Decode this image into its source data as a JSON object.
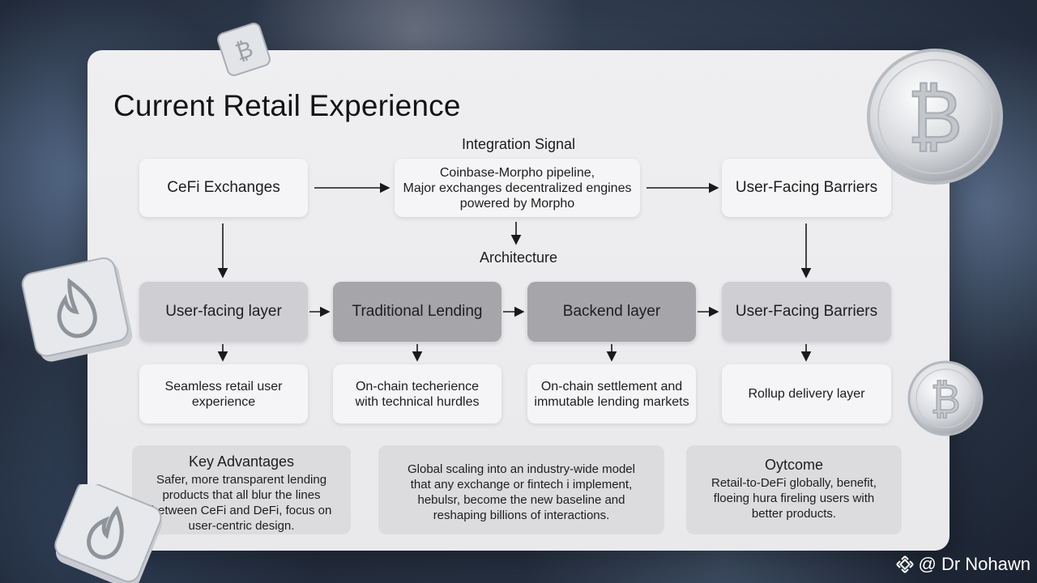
{
  "title": "Current Retail Experience",
  "labels": {
    "integration_signal": "Integration Signal",
    "architecture": "Architecture"
  },
  "top_row": {
    "cefi": "CeFi Exchanges",
    "pipeline_line1": "Coinbase-Morpho pipeline,",
    "pipeline_line2": "Major exchanges decentralized engines",
    "pipeline_line3": "powered by Morpho",
    "barriers": "User-Facing Barriers"
  },
  "mid_row": {
    "user_layer": "User-facing layer",
    "traditional": "Traditional Lending",
    "backend": "Backend layer",
    "barriers": "User-Facing Barriers"
  },
  "detail_row": {
    "seamless_line1": "Seamless retail user",
    "seamless_line2": "experience",
    "onchain_line1": "On-chain techerience",
    "onchain_line2": "with technical hurdles",
    "settlement_line1": "On-chain settlement and",
    "settlement_line2": "immutable lending markets",
    "rollup": "Rollup delivery layer"
  },
  "cards": {
    "advantages_title": "Key Advantages",
    "advantages_l1": "Safer, more transparent lending",
    "advantages_l2": "products that all blur the lines",
    "advantages_l3": "between CeFi and DeFi, focus on",
    "advantages_l4": "user-centric design.",
    "global_l1": "Global scaling into an industry-wide model",
    "global_l2": "that any exchange or fintech i implement,",
    "global_l3": "hebulsr, become the new baseline and",
    "global_l4": "reshaping billions of interactions.",
    "outcome_title": "Oytcome",
    "outcome_l1": "Retail-to-DeFi globally, benefit,",
    "outcome_l2": "floeing hura fireling users with",
    "outcome_l3": "better products."
  },
  "watermark": "@ Dr Nohawn",
  "icons": [
    "bitcoin-coin-icon",
    "bitcoin-tile-icon",
    "flame-tile-icon",
    "flame-tile-icon",
    "bitcoin-coin-icon",
    "binance-logo-icon"
  ],
  "colors": {
    "panel": "#efeff1",
    "box_mid": "#a6a6aa",
    "box_light": "#cfcfd3",
    "card": "#dcdcdf"
  }
}
